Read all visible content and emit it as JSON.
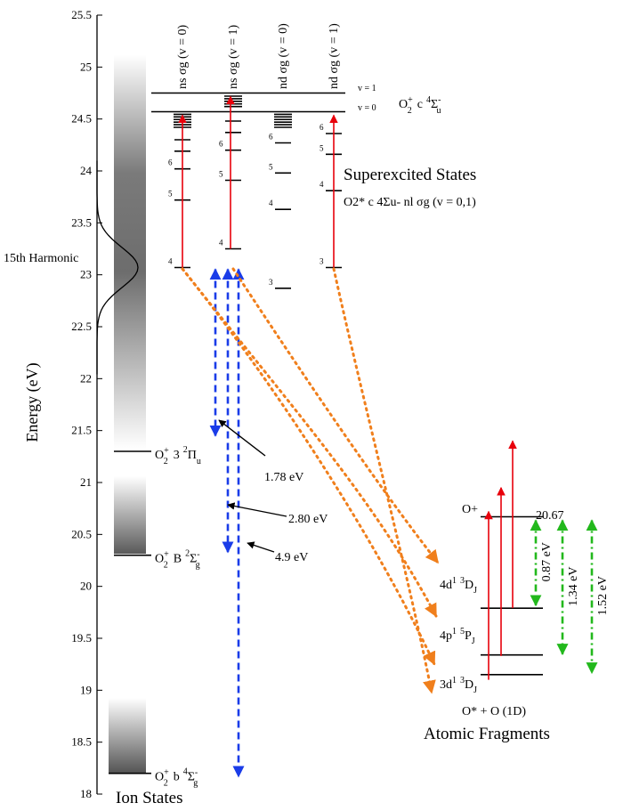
{
  "colors": {
    "excitation": "#e8000b",
    "ion_decay": "#1a3ce8",
    "dissociation": "#f07f1c",
    "fragment_energy": "#22b81c"
  },
  "energy_axis": {
    "label": "Energy (eV)",
    "min": 18,
    "max": 25.5,
    "ticks": [
      "18",
      "18.5",
      "19",
      "19.5",
      "20",
      "20.5",
      "21",
      "21.5",
      "22",
      "22.5",
      "23",
      "23.5",
      "24",
      "24.5",
      "25",
      "25.5"
    ]
  },
  "harmonic": {
    "label": "15th Harmonic",
    "center": 23.07
  },
  "c_state": {
    "label_v1": "v = 1",
    "label_v0": "v = 0",
    "energy_v1": 24.75,
    "energy_v0": 24.57,
    "name_prefix": "O",
    "name_sup": "+",
    "name_sub": "2",
    "term_letter": "c",
    "term_mult": "4",
    "term_symbol": "Σ",
    "term_sub": "u",
    "term_sup": "-"
  },
  "series": [
    {
      "id": "ns0",
      "header": "ns σg (v = 0)",
      "excited_from": 23.07,
      "excited_to": 24.57,
      "levels": [
        {
          "n": "4",
          "energy": 23.07,
          "label": "4"
        },
        {
          "n": "5",
          "energy": 23.72,
          "label": "5"
        },
        {
          "n": "6",
          "energy": 24.02,
          "label": "6"
        },
        {
          "n": "7",
          "energy": 24.19,
          "label": ""
        },
        {
          "n": "8",
          "energy": 24.3,
          "label": ""
        }
      ]
    },
    {
      "id": "ns1",
      "header": "ns σg (v = 1)",
      "excited_from": 23.25,
      "excited_to": 24.75,
      "levels": [
        {
          "n": "4",
          "energy": 23.25,
          "label": "4"
        },
        {
          "n": "5",
          "energy": 23.91,
          "label": "5"
        },
        {
          "n": "6",
          "energy": 24.2,
          "label": "6"
        },
        {
          "n": "7",
          "energy": 24.37,
          "label": ""
        },
        {
          "n": "8",
          "energy": 24.48,
          "label": ""
        }
      ]
    },
    {
      "id": "nd0",
      "header": "nd σg (v = 0)",
      "excited_from": null,
      "excited_to": null,
      "levels": [
        {
          "n": "3",
          "energy": 22.87,
          "label": "3"
        },
        {
          "n": "4",
          "energy": 23.63,
          "label": "4"
        },
        {
          "n": "5",
          "energy": 23.98,
          "label": "5"
        },
        {
          "n": "6",
          "energy": 24.27,
          "label": "6"
        }
      ]
    },
    {
      "id": "nd1",
      "header": "nd σg (v = 1)",
      "excited_from": 23.07,
      "excited_to": 24.57,
      "levels": [
        {
          "n": "3",
          "energy": 23.07,
          "label": "3"
        },
        {
          "n": "4",
          "energy": 23.81,
          "label": "4"
        },
        {
          "n": "5",
          "energy": 24.16,
          "label": "5"
        },
        {
          "n": "6",
          "energy": 24.36,
          "label": "6"
        }
      ]
    }
  ],
  "superexcited": {
    "title": "Superexcited States",
    "subtitle": "O2* c 4Σu- nl σg (v = 0,1)"
  },
  "ion_states": {
    "title": "Ion States",
    "states": [
      {
        "id": "3pi",
        "energy": 21.3,
        "name": "O2+ 3 2Πu",
        "label_coeff": "3",
        "label_mult": "2",
        "label_symbol": "Π",
        "label_sub": "u",
        "label_sup": ""
      },
      {
        "id": "B",
        "energy": 20.3,
        "name": "O2+ B 2Σg-",
        "label_coeff": "B",
        "label_mult": "2",
        "label_symbol": "Σ",
        "label_sub": "g",
        "label_sup": "-"
      },
      {
        "id": "b",
        "energy": 18.2,
        "name": "O2+ b 4Σg-",
        "label_coeff": "b",
        "label_mult": "4",
        "label_symbol": "Σ",
        "label_sub": "g",
        "label_sup": "-"
      }
    ]
  },
  "decays": [
    {
      "from": 23.07,
      "to": 21.45,
      "label": "1.78 eV"
    },
    {
      "from": 23.07,
      "to": 20.33,
      "label": "2.80 eV"
    },
    {
      "from": 23.07,
      "to": 18.17,
      "label": "4.9 eV"
    }
  ],
  "fragments": {
    "title": "Atomic Fragments",
    "caption": "O* + O (1D)",
    "ion_label": "O+",
    "ion_value": "20.67",
    "ion_energy": 20.67,
    "levels": [
      {
        "id": "4d",
        "energy": 19.79,
        "principal": "4d",
        "mult_sup": "1",
        "term_sup": "3",
        "term": "D",
        "sub": "J"
      },
      {
        "id": "4p",
        "energy": 19.34,
        "principal": "4p",
        "mult_sup": "1",
        "term_sup": "5",
        "term": "P",
        "sub": "J"
      },
      {
        "id": "3d",
        "energy": 19.15,
        "principal": "3d",
        "mult_sup": "1",
        "term_sup": "3",
        "term": "D",
        "sub": "J"
      }
    ],
    "gaps": [
      "0.87 eV",
      "1.34 eV",
      "1.52 eV"
    ]
  }
}
